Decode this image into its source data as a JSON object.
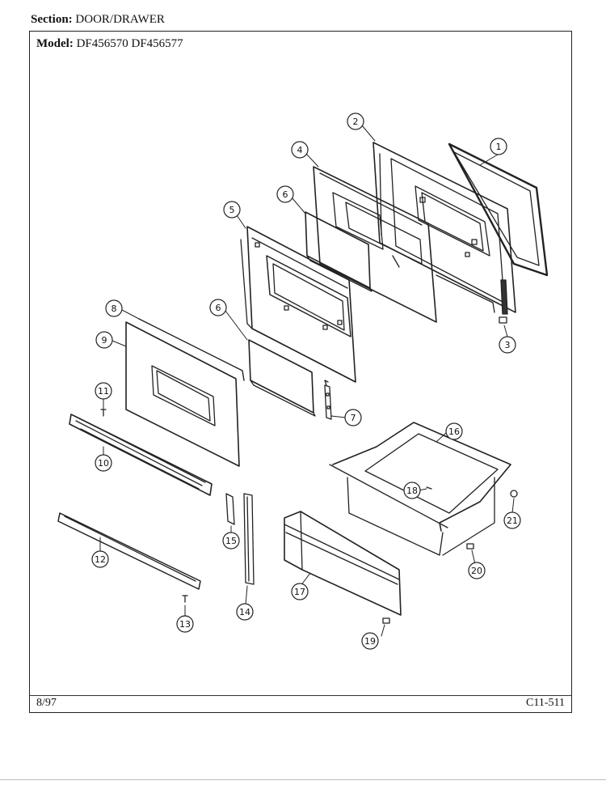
{
  "header": {
    "section_label": "Section:",
    "section_value": "DOOR/DRAWER"
  },
  "model": {
    "label": "Model:",
    "value": "DF456570  DF456577"
  },
  "footer": {
    "date": "8/97",
    "code": "C11-511"
  },
  "callouts": [
    "1",
    "2",
    "3",
    "4",
    "5",
    "6",
    "6",
    "7",
    "8",
    "9",
    "10",
    "11",
    "12",
    "13",
    "14",
    "15",
    "16",
    "17",
    "18",
    "19",
    "20",
    "21"
  ]
}
